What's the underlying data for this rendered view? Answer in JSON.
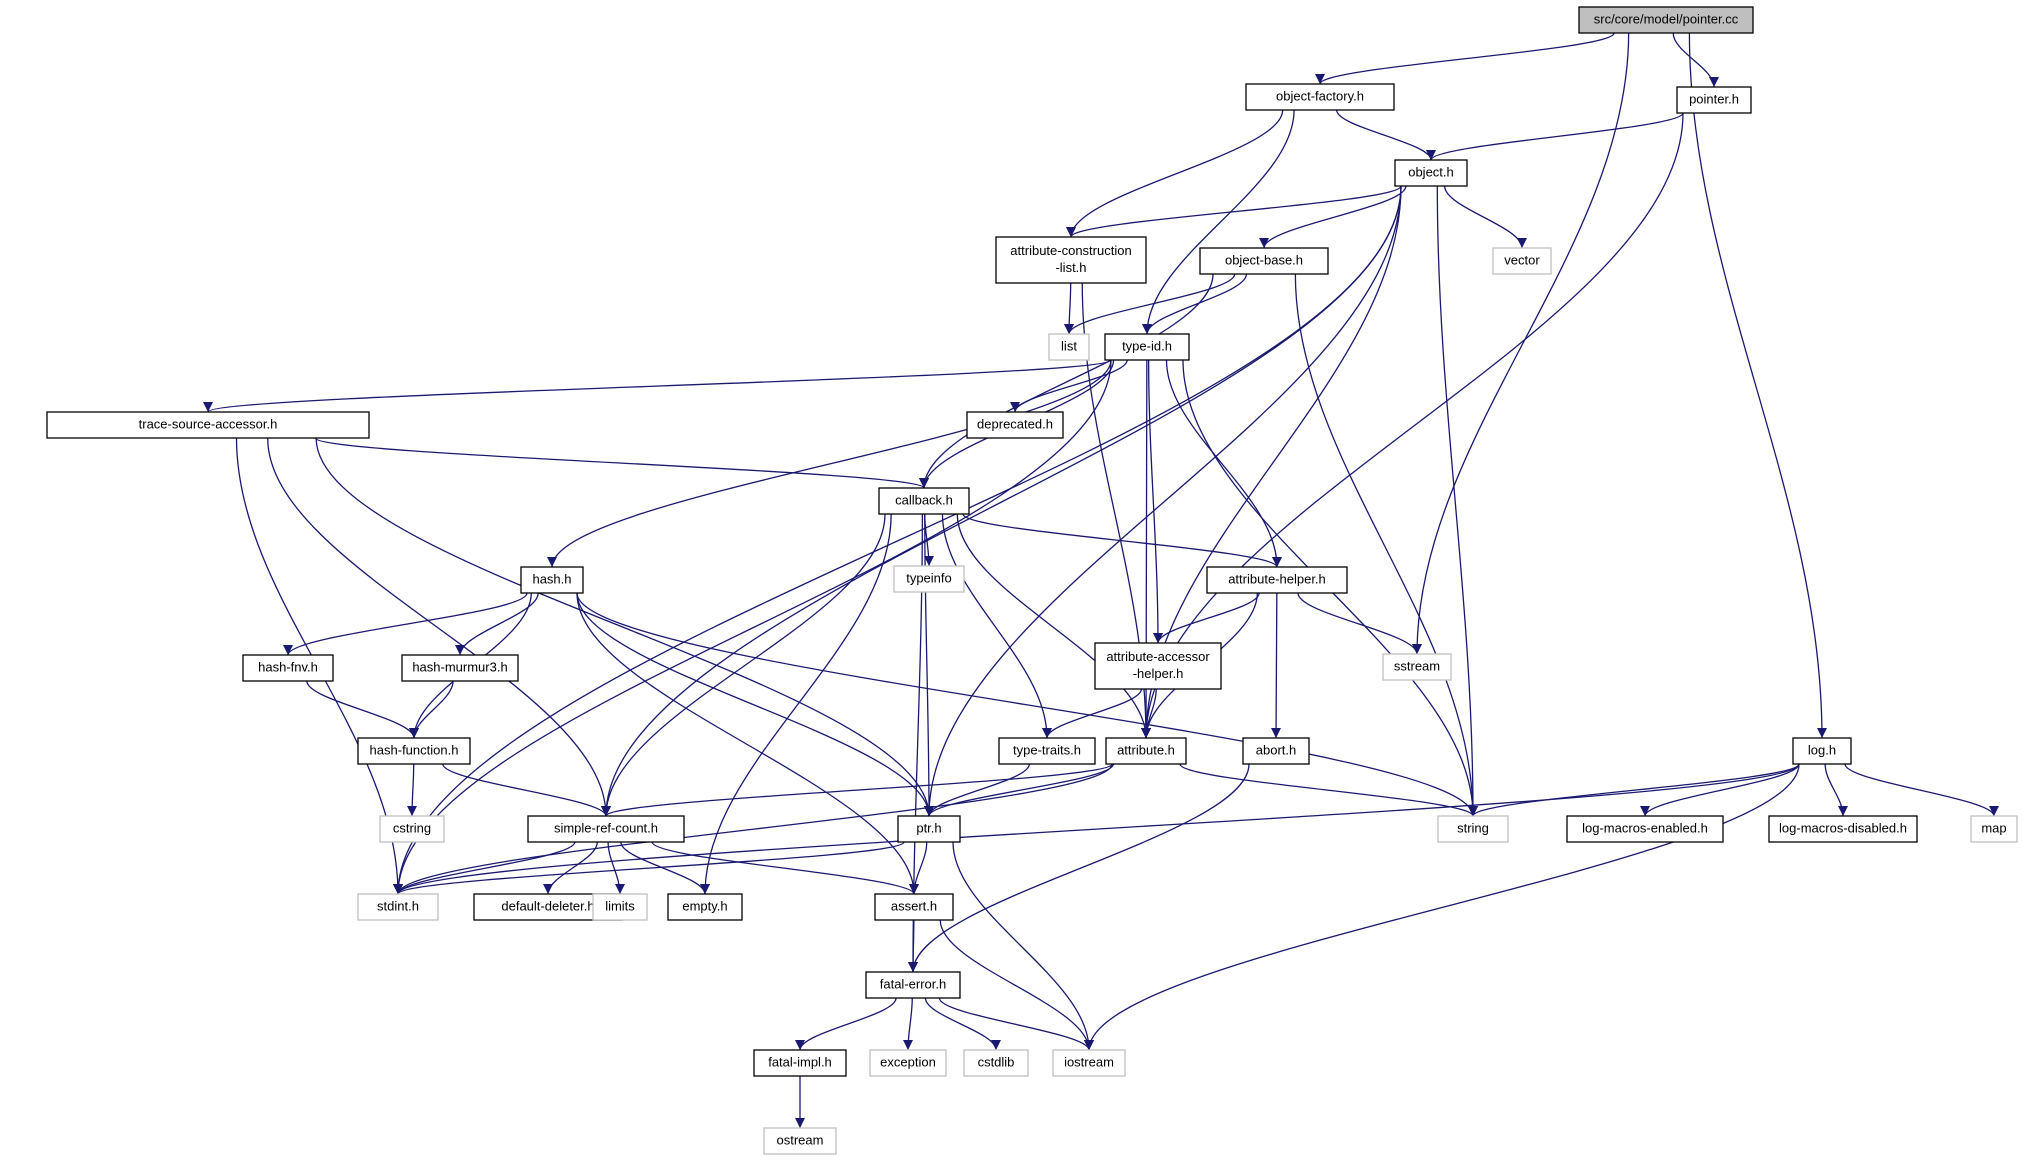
{
  "diagram": {
    "title": "",
    "colors": {
      "edge": "#191970",
      "main_fill": "#bfbfbf",
      "local_border": "#000000",
      "system_border": "#bfbfbf"
    },
    "nodes": [
      {
        "id": "pointer_cc",
        "lines": [
          "src/core/model/pointer.cc"
        ],
        "kind": "main"
      },
      {
        "id": "object_factory",
        "lines": [
          "object-factory.h"
        ],
        "kind": "local"
      },
      {
        "id": "pointer_h",
        "lines": [
          "pointer.h"
        ],
        "kind": "local"
      },
      {
        "id": "object_h",
        "lines": [
          "object.h"
        ],
        "kind": "local"
      },
      {
        "id": "attr_constr",
        "lines": [
          "attribute-construction",
          "-list.h"
        ],
        "kind": "local"
      },
      {
        "id": "object_base",
        "lines": [
          "object-base.h"
        ],
        "kind": "local"
      },
      {
        "id": "vector",
        "lines": [
          "vector"
        ],
        "kind": "system"
      },
      {
        "id": "list",
        "lines": [
          "list"
        ],
        "kind": "system"
      },
      {
        "id": "type_id",
        "lines": [
          "type-id.h"
        ],
        "kind": "local"
      },
      {
        "id": "trace_src",
        "lines": [
          "trace-source-accessor.h"
        ],
        "kind": "local"
      },
      {
        "id": "deprecated",
        "lines": [
          "deprecated.h"
        ],
        "kind": "local"
      },
      {
        "id": "callback",
        "lines": [
          "callback.h"
        ],
        "kind": "local"
      },
      {
        "id": "hash_h",
        "lines": [
          "hash.h"
        ],
        "kind": "local"
      },
      {
        "id": "typeinfo",
        "lines": [
          "typeinfo"
        ],
        "kind": "system"
      },
      {
        "id": "attr_helper",
        "lines": [
          "attribute-helper.h"
        ],
        "kind": "local"
      },
      {
        "id": "hash_fnv",
        "lines": [
          "hash-fnv.h"
        ],
        "kind": "local"
      },
      {
        "id": "hash_murmur",
        "lines": [
          "hash-murmur3.h"
        ],
        "kind": "local"
      },
      {
        "id": "attr_acc",
        "lines": [
          "attribute-accessor",
          "-helper.h"
        ],
        "kind": "local"
      },
      {
        "id": "sstream",
        "lines": [
          "sstream"
        ],
        "kind": "system"
      },
      {
        "id": "hash_func",
        "lines": [
          "hash-function.h"
        ],
        "kind": "local"
      },
      {
        "id": "type_traits",
        "lines": [
          "type-traits.h"
        ],
        "kind": "local"
      },
      {
        "id": "attribute_h",
        "lines": [
          "attribute.h"
        ],
        "kind": "local"
      },
      {
        "id": "abort_h",
        "lines": [
          "abort.h"
        ],
        "kind": "local"
      },
      {
        "id": "log_h",
        "lines": [
          "log.h"
        ],
        "kind": "local"
      },
      {
        "id": "cstring",
        "lines": [
          "cstring"
        ],
        "kind": "system"
      },
      {
        "id": "simple_ref",
        "lines": [
          "simple-ref-count.h"
        ],
        "kind": "local"
      },
      {
        "id": "ptr_h",
        "lines": [
          "ptr.h"
        ],
        "kind": "local"
      },
      {
        "id": "string",
        "lines": [
          "string"
        ],
        "kind": "system"
      },
      {
        "id": "log_en",
        "lines": [
          "log-macros-enabled.h"
        ],
        "kind": "local"
      },
      {
        "id": "log_dis",
        "lines": [
          "log-macros-disabled.h"
        ],
        "kind": "local"
      },
      {
        "id": "map",
        "lines": [
          "map"
        ],
        "kind": "system"
      },
      {
        "id": "stdint",
        "lines": [
          "stdint.h"
        ],
        "kind": "system"
      },
      {
        "id": "default_del",
        "lines": [
          "default-deleter.h"
        ],
        "kind": "local"
      },
      {
        "id": "limits",
        "lines": [
          "limits"
        ],
        "kind": "system"
      },
      {
        "id": "empty_h",
        "lines": [
          "empty.h"
        ],
        "kind": "local"
      },
      {
        "id": "assert_h",
        "lines": [
          "assert.h"
        ],
        "kind": "local"
      },
      {
        "id": "fatal_err",
        "lines": [
          "fatal-error.h"
        ],
        "kind": "local"
      },
      {
        "id": "fatal_impl",
        "lines": [
          "fatal-impl.h"
        ],
        "kind": "local"
      },
      {
        "id": "exception",
        "lines": [
          "exception"
        ],
        "kind": "system"
      },
      {
        "id": "cstdlib",
        "lines": [
          "cstdlib"
        ],
        "kind": "system"
      },
      {
        "id": "iostream",
        "lines": [
          "iostream"
        ],
        "kind": "system"
      },
      {
        "id": "ostream",
        "lines": [
          "ostream"
        ],
        "kind": "system"
      }
    ],
    "edges": [
      [
        "pointer_cc",
        "object_factory"
      ],
      [
        "pointer_cc",
        "pointer_h"
      ],
      [
        "pointer_cc",
        "sstream"
      ],
      [
        "pointer_cc",
        "log_h"
      ],
      [
        "object_factory",
        "object_h"
      ],
      [
        "object_factory",
        "attr_constr"
      ],
      [
        "object_factory",
        "type_id"
      ],
      [
        "pointer_h",
        "object_h"
      ],
      [
        "pointer_h",
        "attribute_h"
      ],
      [
        "object_h",
        "attr_constr"
      ],
      [
        "object_h",
        "object_base"
      ],
      [
        "object_h",
        "vector"
      ],
      [
        "object_h",
        "attribute_h"
      ],
      [
        "object_h",
        "ptr_h"
      ],
      [
        "object_h",
        "simple_ref"
      ],
      [
        "object_h",
        "string"
      ],
      [
        "object_h",
        "stdint"
      ],
      [
        "attr_constr",
        "list"
      ],
      [
        "attr_constr",
        "attribute_h"
      ],
      [
        "object_base",
        "list"
      ],
      [
        "object_base",
        "type_id"
      ],
      [
        "object_base",
        "callback"
      ],
      [
        "object_base",
        "string"
      ],
      [
        "type_id",
        "trace_src"
      ],
      [
        "type_id",
        "deprecated"
      ],
      [
        "type_id",
        "callback"
      ],
      [
        "type_id",
        "hash_h"
      ],
      [
        "type_id",
        "attr_helper"
      ],
      [
        "type_id",
        "attr_acc"
      ],
      [
        "type_id",
        "attribute_h"
      ],
      [
        "type_id",
        "string"
      ],
      [
        "type_id",
        "stdint"
      ],
      [
        "trace_src",
        "callback"
      ],
      [
        "trace_src",
        "ptr_h"
      ],
      [
        "trace_src",
        "simple_ref"
      ],
      [
        "trace_src",
        "stdint"
      ],
      [
        "callback",
        "typeinfo"
      ],
      [
        "callback",
        "attr_helper"
      ],
      [
        "callback",
        "type_traits"
      ],
      [
        "callback",
        "attribute_h"
      ],
      [
        "callback",
        "ptr_h"
      ],
      [
        "callback",
        "simple_ref"
      ],
      [
        "callback",
        "empty_h"
      ],
      [
        "callback",
        "fatal_err"
      ],
      [
        "hash_h",
        "hash_fnv"
      ],
      [
        "hash_h",
        "hash_murmur"
      ],
      [
        "hash_h",
        "hash_func"
      ],
      [
        "hash_h",
        "ptr_h"
      ],
      [
        "hash_h",
        "assert_h"
      ],
      [
        "hash_h",
        "string"
      ],
      [
        "attr_helper",
        "attr_acc"
      ],
      [
        "attr_helper",
        "sstream"
      ],
      [
        "attr_helper",
        "attribute_h"
      ],
      [
        "attr_helper",
        "abort_h"
      ],
      [
        "hash_fnv",
        "hash_func"
      ],
      [
        "hash_murmur",
        "hash_func"
      ],
      [
        "attr_acc",
        "type_traits"
      ],
      [
        "attr_acc",
        "attribute_h"
      ],
      [
        "hash_func",
        "cstring"
      ],
      [
        "hash_func",
        "simple_ref"
      ],
      [
        "type_traits",
        "ptr_h"
      ],
      [
        "attribute_h",
        "ptr_h"
      ],
      [
        "attribute_h",
        "simple_ref"
      ],
      [
        "attribute_h",
        "string"
      ],
      [
        "attribute_h",
        "stdint"
      ],
      [
        "abort_h",
        "fatal_err"
      ],
      [
        "log_h",
        "string"
      ],
      [
        "log_h",
        "log_en"
      ],
      [
        "log_h",
        "log_dis"
      ],
      [
        "log_h",
        "map"
      ],
      [
        "log_h",
        "iostream"
      ],
      [
        "log_h",
        "stdint"
      ],
      [
        "simple_ref",
        "stdint"
      ],
      [
        "simple_ref",
        "default_del"
      ],
      [
        "simple_ref",
        "limits"
      ],
      [
        "simple_ref",
        "empty_h"
      ],
      [
        "simple_ref",
        "assert_h"
      ],
      [
        "ptr_h",
        "assert_h"
      ],
      [
        "ptr_h",
        "iostream"
      ],
      [
        "ptr_h",
        "stdint"
      ],
      [
        "assert_h",
        "fatal_err"
      ],
      [
        "assert_h",
        "iostream"
      ],
      [
        "fatal_err",
        "fatal_impl"
      ],
      [
        "fatal_err",
        "exception"
      ],
      [
        "fatal_err",
        "cstdlib"
      ],
      [
        "fatal_err",
        "iostream"
      ],
      [
        "fatal_impl",
        "ostream"
      ]
    ]
  }
}
